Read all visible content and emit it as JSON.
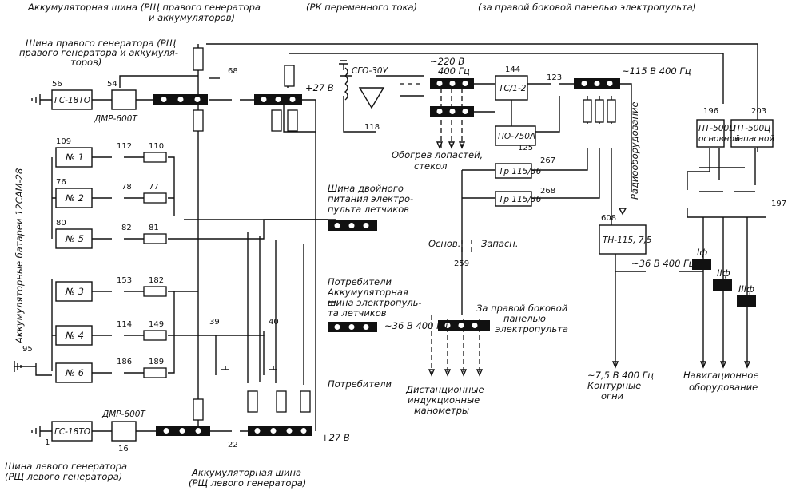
{
  "title": "",
  "labels": {
    "top_left_bus": "Аккумуляторная шина (РЩ правого генератора",
    "top_left_bus2": "и аккумуляторов)",
    "gen_right_bus1": "Шина правого генератора (РЩ",
    "gen_right_bus2": "правого генератора и аккумуля-",
    "gen_right_bus3": "торов)",
    "rk_ac": "(РК переменного тока)",
    "behind_panel_top": "(за правой боковой панелью электропульта)",
    "v220": "~220 В",
    "hz400": "400 Гц",
    "v115": "~115 В 400 Гц",
    "plus27_top": "+27 В",
    "plus27_bottom": "+27 В",
    "sgo": "СГО-30У",
    "ts12": "ТС/1-2",
    "po750": "ПО-750А",
    "heating1": "Обогрев лопастей,",
    "heating2": "стекол",
    "radio": "Радиооборудование",
    "pt500_main1": "ПТ-500Ц",
    "pt500_main2": "основной",
    "pt500_res1": "ПТ-500Ц",
    "pt500_res2": "запасной",
    "battery_side": "Аккумуляторные батареи 12САМ-28",
    "gs_right": "ГС-18ТО",
    "gs_left": "ГС-18ТО",
    "dmr_right": "ДМР-600Т",
    "dmr_left": "ДМР-600Т",
    "bat1": "№ 1",
    "bat2": "№ 2",
    "bat3": "№ 3",
    "bat4": "№ 4",
    "bat5": "№ 5",
    "bat6": "№ 6",
    "dual_bus1": "Шина двойного",
    "dual_bus2": "питания электро-",
    "dual_bus3": "пульта летчиков",
    "consumers1": "Потребители",
    "acc_bus_pilots1": "Аккумуляторная",
    "acc_bus_pilots2": "шина электропуль-",
    "acc_bus_pilots3": "та летчиков",
    "consumers2": "Потребители",
    "tr1": "Тр 115/36",
    "tr2": "Тр 115/36",
    "osnov": "Основ.",
    "zapasn": "Запасн.",
    "behind_panel_mid1": "За правой боковой",
    "behind_panel_mid2": "панелью",
    "behind_panel_mid3": "электропульта",
    "v36_mid": "~36 В 400 Гц",
    "remote1": "Дистанционные",
    "remote2": "индукционные",
    "remote3": "манометры",
    "tn115": "ТН-115, 7,5",
    "v75_1": "~7,5 В 400 Гц",
    "v75_2": "Контурные",
    "v75_3": "огни",
    "v36_right": "~36 В  400 Гц",
    "phase1": "Iф",
    "phase2": "IIф",
    "phase3": "IIIф",
    "nav1": "Навигационное",
    "nav2": "оборудование",
    "gen_left_bus1": "Шина левого генератора",
    "gen_left_bus2": "(РЩ левого генератора)",
    "acc_left1": "Аккумуляторная шина",
    "acc_left2": "(РЩ левого генератора)"
  },
  "numbers": {
    "n56": "56",
    "n54": "54",
    "n68": "68",
    "n109": "109",
    "n112": "112",
    "n110": "110",
    "n76": "76",
    "n78": "78",
    "n77": "77",
    "n80": "80",
    "n82": "82",
    "n81": "81",
    "n153": "153",
    "n182": "182",
    "n114": "114",
    "n149": "149",
    "n186": "186",
    "n189": "189",
    "n95": "95",
    "n39": "39",
    "n40": "40",
    "n1": "1",
    "n16": "16",
    "n22": "22",
    "n118": "118",
    "n144": "144",
    "n123": "123",
    "n125": "125",
    "n267": "267",
    "n268": "268",
    "n259": "259",
    "n608": "608",
    "n196": "196",
    "n203": "203",
    "n197": "197"
  }
}
